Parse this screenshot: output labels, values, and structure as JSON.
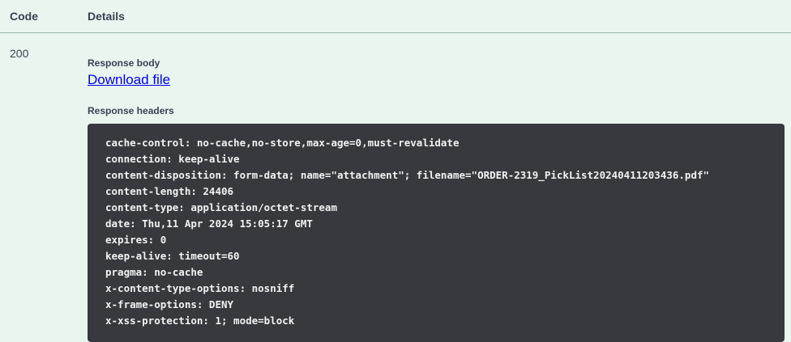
{
  "table": {
    "columns": {
      "code": "Code",
      "details": "Details"
    },
    "row": {
      "status_code": "200",
      "response_body_label": "Response body",
      "download_link_label": "Download file",
      "response_headers_label": "Response headers",
      "response_headers": [
        "cache-control: no-cache,no-store,max-age=0,must-revalidate",
        "connection: keep-alive",
        "content-disposition: form-data; name=\"attachment\"; filename=\"ORDER-2319_PickList20240411203436.pdf\"",
        "content-length: 24406",
        "content-type: application/octet-stream",
        "date: Thu,11 Apr 2024 15:05:17 GMT",
        "expires: 0",
        "keep-alive: timeout=60",
        "pragma: no-cache",
        "x-content-type-options: nosniff",
        "x-frame-options: DENY",
        "x-xss-protection: 1; mode=block"
      ]
    }
  },
  "colors": {
    "background": "#e8f6ef",
    "code_block_background": "#36393d",
    "link": "#0000ee",
    "text": "#3b4151",
    "divider": "#9ab3ab"
  }
}
